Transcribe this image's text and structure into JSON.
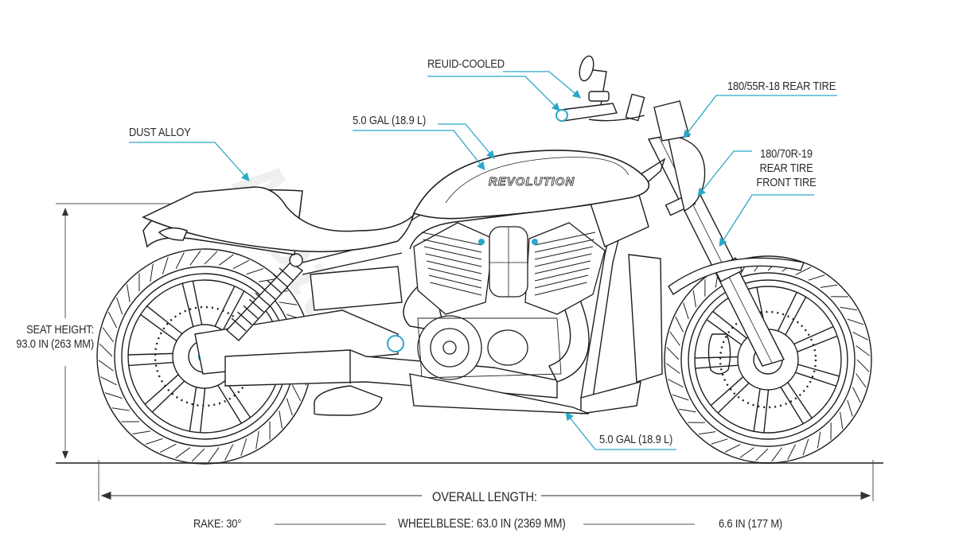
{
  "diagram": {
    "title": "Motorcycle side-profile specification diagram",
    "brand_on_tank": "REVOLUTION",
    "watermark": "Moto",
    "accent_color": "#2aa7c9",
    "line_color": "#1e1e1e"
  },
  "callouts": {
    "cooling": "REUID-COOLED",
    "fuel_top": "5.0 GAL (18.9 L)",
    "seat_material": "DUST ALLOY",
    "rear_tire_top": "180/55R-18 REAR TIRE",
    "tire_stack": [
      "180/70R-19",
      "REAR TIRE",
      "FRONT TIRE"
    ],
    "fuel_bottom": "5.0 GAL (18.9 L)"
  },
  "dimensions": {
    "seat_height_label": "SEAT HEIGHT:",
    "seat_height_value": "93.0 IN (263 MM)",
    "overall_length_label": "OVERALL LENGTH:",
    "rake": "RAKE: 30°",
    "wheelbase": "WHEELBLESE: 63.0 IN (2369 MM)",
    "ground_clearance": "6.6 IN (177 M)"
  }
}
